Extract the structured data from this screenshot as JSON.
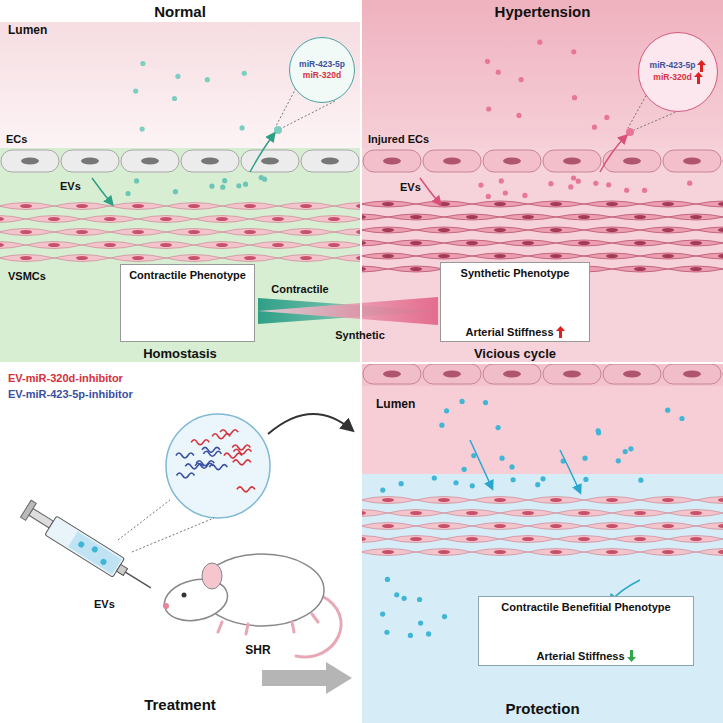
{
  "diagram": {
    "nodes": [
      {
        "text": [
          "Normal"
        ]
      },
      {
        "text": [
          "miR-423-5p",
          "miR-320d"
        ],
        "in": 0
      },
      {
        "text": [
          "Contractile Phenotype"
        ],
        "in": 0
      },
      {
        "text": [
          "Hypertension"
        ]
      },
      {
        "text": [
          "miR-423-5p",
          "miR-320d"
        ],
        "in": 3
      },
      {
        "text": [
          "Synthetic Phenotype",
          "Arterial Stiffness"
        ],
        "in": 3
      },
      {
        "text": [
          "Treatment"
        ]
      },
      {
        "text": [
          "Protection"
        ]
      },
      {
        "text": [
          "Contractile Benefitial Phenotype",
          "Arterial Stiffness"
        ],
        "in": 7
      }
    ],
    "labels": [
      "Lumen",
      "ECs",
      "EVs",
      "VSMCs",
      "Homostasis",
      "Injured ECs",
      "EVs",
      "Vicious cycle",
      "Contractile",
      "Synthetic",
      "EV-miR-320d-inhibitor",
      "EV-miR-423-5p-inhibitor",
      "EVs",
      "SHR",
      "Lumen"
    ]
  }
}
